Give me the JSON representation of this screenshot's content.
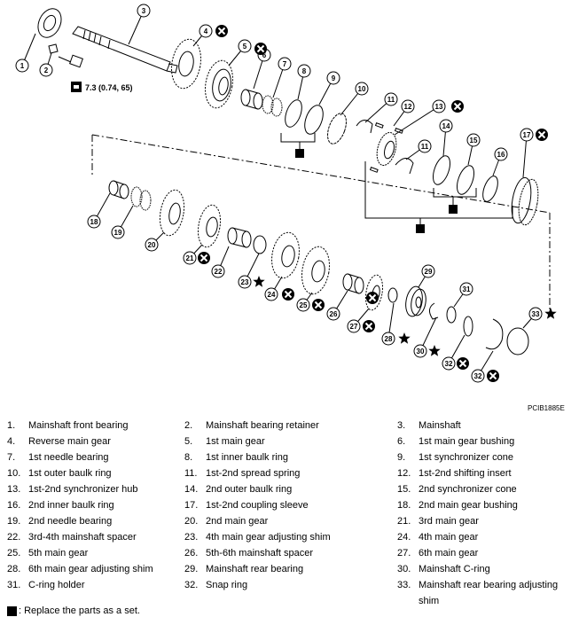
{
  "torque_spec": "7.3  (0.74,  65)",
  "diagram_code": "PCIB1885E",
  "callouts": [
    "1",
    "2",
    "3",
    "4",
    "5",
    "6",
    "7",
    "8",
    "9",
    "10",
    "11",
    "12",
    "13",
    "11",
    "14",
    "15",
    "16",
    "17",
    "18",
    "19",
    "20",
    "21",
    "22",
    "23",
    "24",
    "25",
    "26",
    "27",
    "28",
    "29",
    "30",
    "31",
    "32",
    "32",
    "33"
  ],
  "legend_rows": [
    [
      {
        "num": "1.",
        "text": "Mainshaft front bearing"
      },
      {
        "num": "2.",
        "text": "Mainshaft bearing retainer"
      },
      {
        "num": "3.",
        "text": "Mainshaft"
      }
    ],
    [
      {
        "num": "4.",
        "text": "Reverse main gear"
      },
      {
        "num": "5.",
        "text": "1st main gear"
      },
      {
        "num": "6.",
        "text": "1st main gear bushing"
      }
    ],
    [
      {
        "num": "7.",
        "text": "1st needle bearing"
      },
      {
        "num": "8.",
        "text": "1st inner baulk ring"
      },
      {
        "num": "9.",
        "text": "1st synchronizer cone"
      }
    ],
    [
      {
        "num": "10.",
        "text": "1st outer baulk ring"
      },
      {
        "num": "11.",
        "text": "1st-2nd spread spring"
      },
      {
        "num": "12.",
        "text": "1st-2nd shifting insert"
      }
    ],
    [
      {
        "num": "13.",
        "text": "1st-2nd synchronizer hub"
      },
      {
        "num": "14.",
        "text": "2nd outer baulk ring"
      },
      {
        "num": "15.",
        "text": "2nd synchronizer cone"
      }
    ],
    [
      {
        "num": "16.",
        "text": "2nd inner baulk ring"
      },
      {
        "num": "17.",
        "text": "1st-2nd coupling sleeve"
      },
      {
        "num": "18.",
        "text": "2nd main gear bushing"
      }
    ],
    [
      {
        "num": "19.",
        "text": "2nd needle bearing"
      },
      {
        "num": "20.",
        "text": "2nd main gear"
      },
      {
        "num": "21.",
        "text": "3rd main gear"
      }
    ],
    [
      {
        "num": "22.",
        "text": "3rd-4th mainshaft spacer"
      },
      {
        "num": "23.",
        "text": "4th main gear adjusting shim"
      },
      {
        "num": "24.",
        "text": "4th main gear"
      }
    ],
    [
      {
        "num": "25.",
        "text": "5th main gear"
      },
      {
        "num": "26.",
        "text": "5th-6th mainshaft spacer"
      },
      {
        "num": "27.",
        "text": "6th main gear"
      }
    ],
    [
      {
        "num": "28.",
        "text": "6th main gear adjusting shim"
      },
      {
        "num": "29.",
        "text": "Mainshaft rear bearing"
      },
      {
        "num": "30.",
        "text": "Mainshaft C-ring"
      }
    ],
    [
      {
        "num": "31.",
        "text": "C-ring holder"
      },
      {
        "num": "32.",
        "text": "Snap ring"
      },
      {
        "num": "33.",
        "text": "Mainshaft rear bearing adjusting shim"
      }
    ]
  ],
  "note": ": Replace the parts as a set."
}
